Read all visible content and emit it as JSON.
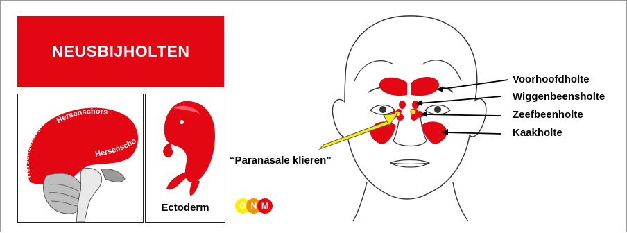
{
  "title": "NEUSBIJHOLTEN",
  "brain_labels": [
    "Hersenschors",
    "Hersenschors",
    "Hersenschors"
  ],
  "embryo_label": "Ectoderm",
  "sinus_labels": {
    "frontal": "Voorhoofdholte",
    "sphenoid": "Wiggenbeensholte",
    "ethmoid": "Zeefbeenholte",
    "maxillary": "Kaakholte"
  },
  "callout": "“Paranasale klieren”",
  "logo": {
    "g": "G",
    "n": "N",
    "m": "M"
  },
  "colors": {
    "red": "#e30613",
    "yellow": "#ffed00",
    "orange": "#f39200"
  }
}
